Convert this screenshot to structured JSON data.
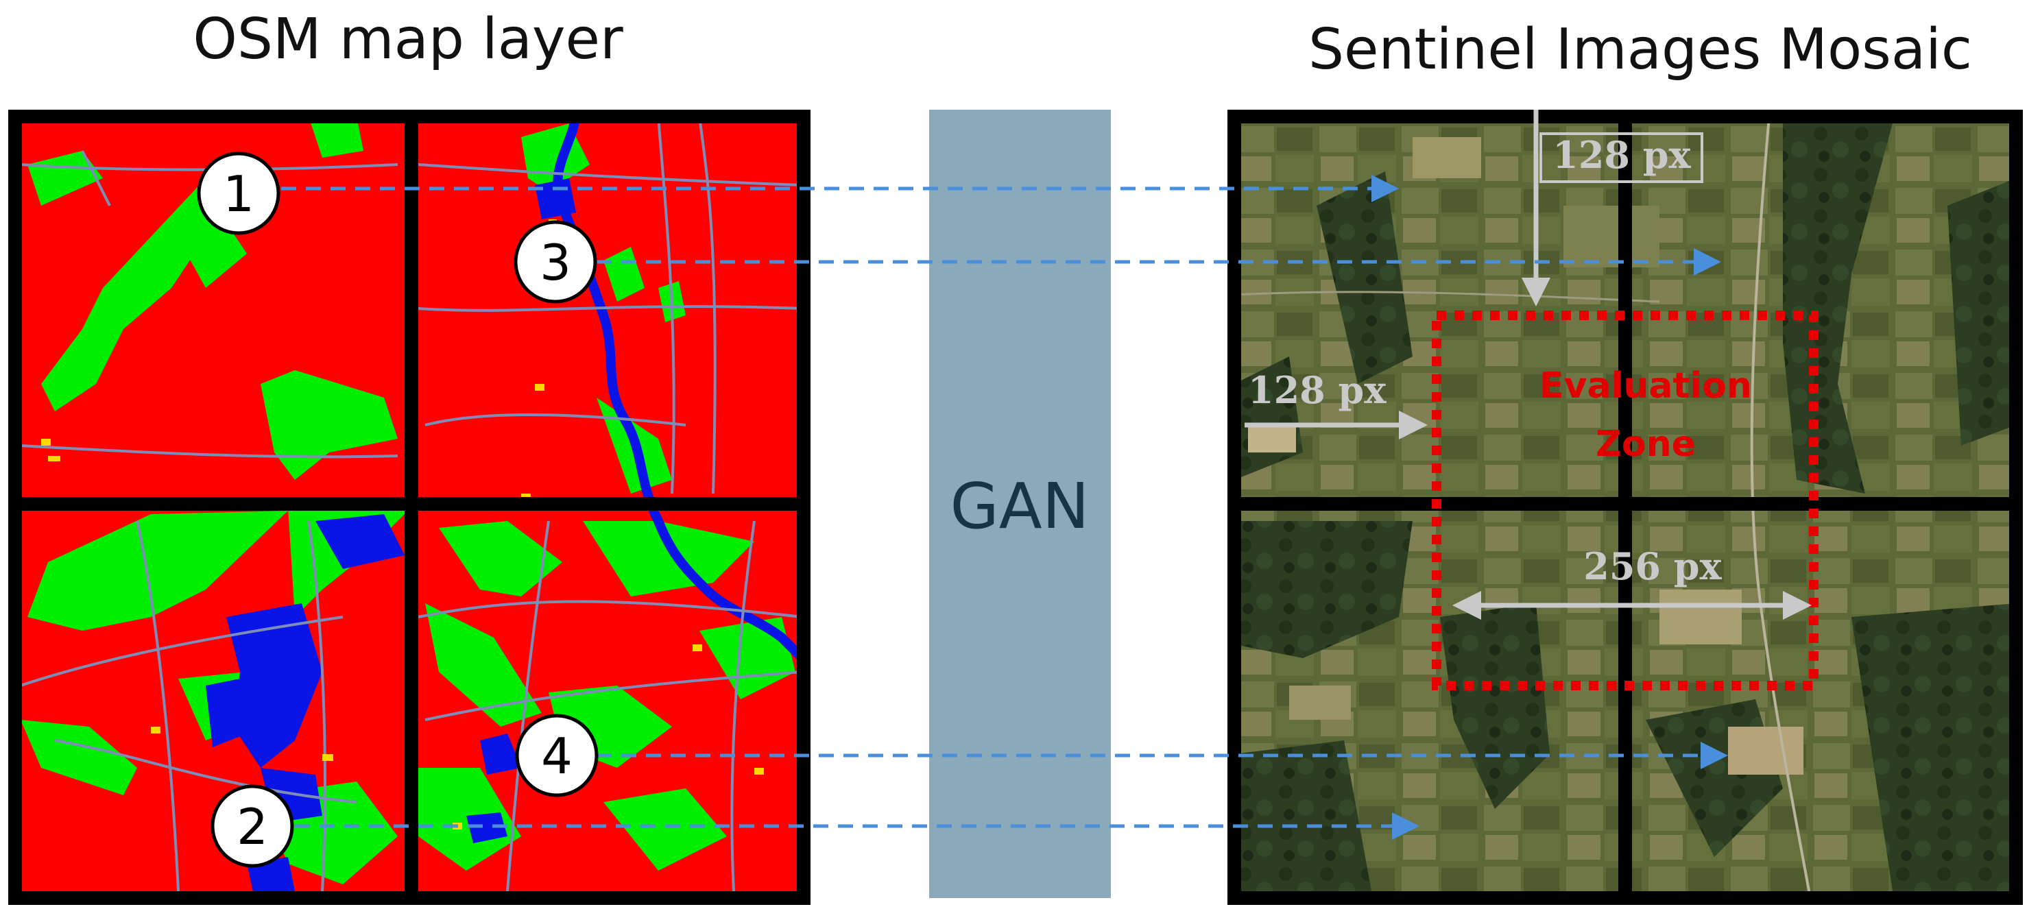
{
  "titles": {
    "left": "OSM map layer",
    "right": "Sentinel Images Mosaic"
  },
  "generator": {
    "label": "GAN",
    "color": "#8aaabb"
  },
  "tile_badges": [
    "1",
    "3",
    "2",
    "4"
  ],
  "measurements": {
    "top_offset": "128 px",
    "left_offset": "128 px",
    "zone_width": "256 px"
  },
  "evaluation_zone": {
    "line1": "Evaluation",
    "line2": "Zone",
    "color": "#e80000"
  },
  "colors": {
    "osm_background": "#ff0000",
    "osm_vegetation": "#00ee00",
    "osm_water": "#0a14e6",
    "osm_roads": "#7d8db8",
    "arrow": "#4a8fdc",
    "grid": "#000000",
    "measure_arrow": "#c9c9c9"
  }
}
